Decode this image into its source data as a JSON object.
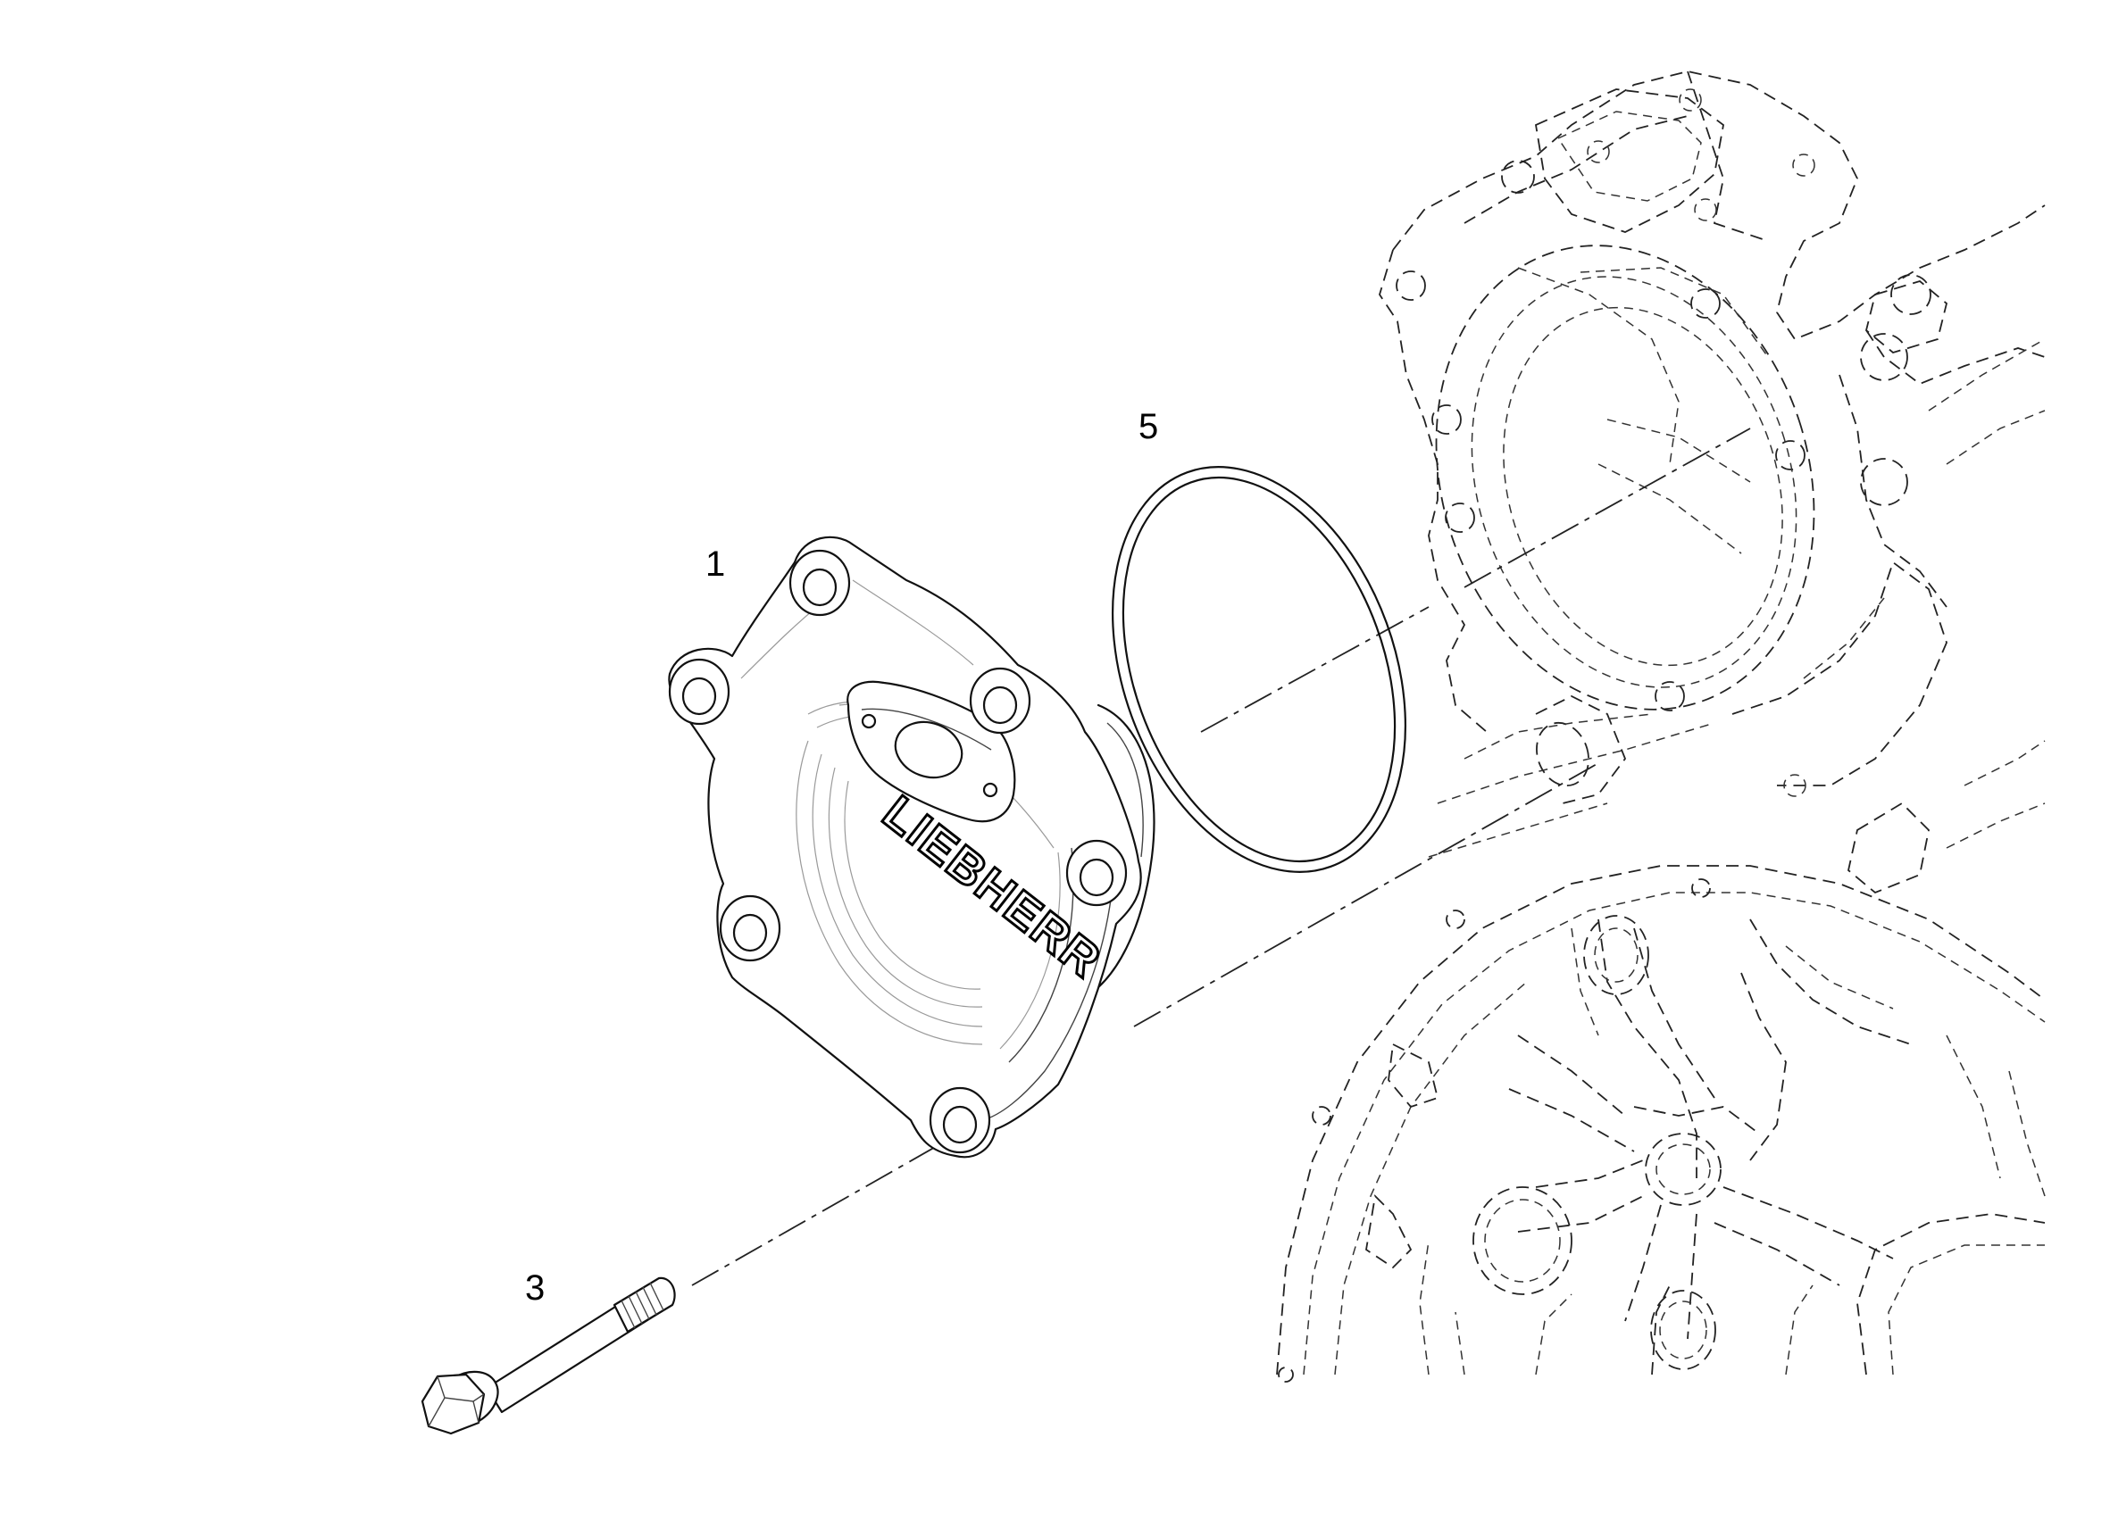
{
  "diagram": {
    "callouts": [
      {
        "id": "cover",
        "label": "1"
      },
      {
        "id": "screw",
        "label": "3"
      },
      {
        "id": "o-ring",
        "label": "5"
      }
    ],
    "logo_text": "LIEBHERR"
  }
}
